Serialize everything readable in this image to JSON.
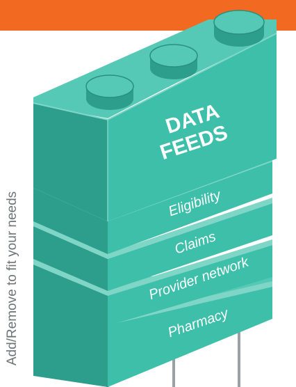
{
  "diagram": {
    "side_label": "Add/Remove to fit your needs",
    "block_title": [
      "DATA",
      "FEEDS"
    ],
    "layers": [
      "Eligibility",
      "Claims",
      "Provider network",
      "Pharmacy"
    ]
  },
  "colors": {
    "accent": "#f26a21",
    "teal_front": "#3dbfaa",
    "teal_dark": "#2d9e8b",
    "teal_top": "#56c9b6",
    "pole": "#9aa0a4",
    "label_text": "#6f7477"
  }
}
